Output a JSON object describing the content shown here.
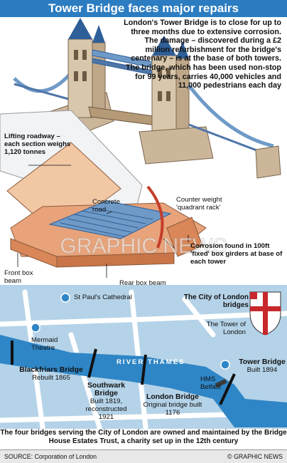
{
  "title": "Tower Bridge faces major repairs",
  "intro": "London's Tower Bridge is to close for up to three months due to extensive corrosion. The damage – discovered during a £2 million refurbishment for the bridge's centenary – is at the base of both towers. The bridge, which has been used non-stop for 99 years, carries 40,000 vehicles and 11,000 pedestrians each day",
  "detail_labels": {
    "lifting_roadway": "Lifting roadway – each section weighs 1,120 tonnes",
    "concrete_road": "Concrete road",
    "counter_weight": "Counter weight 'quadrant rack'",
    "front_box_beam": "Front box beam",
    "rear_box_beam": "Rear box beam",
    "corrosion": "Corrosion found in 100ft 'fixed' box girders at base of each tower"
  },
  "map": {
    "st_pauls": "St Paul's Cathedral",
    "mermaid_theatre": "Mermaid Theatre",
    "city_bridges_title": "The City of London bridges",
    "tower_of_london": "The Tower of London",
    "river_label": "RIVER THAMES",
    "hms_belfast": "HMS Belfast",
    "bridges": [
      {
        "name": "Blackfriars Bridge",
        "detail": "Rebuilt 1865"
      },
      {
        "name": "Southwark Bridge",
        "detail": "Built 1819, reconstructed 1921"
      },
      {
        "name": "London Bridge",
        "detail": "Original bridge built 1176"
      },
      {
        "name": "Tower Bridge",
        "detail": "Built 1894"
      }
    ]
  },
  "caption": "The four bridges serving the City of London are owned and maintained by the Bridge House Estates Trust, a charity set up in the 12th century",
  "source": "SOURCE: Corporation of London",
  "credit": "© GRAPHIC NEWS",
  "watermark": "GRAPHIC NEWS",
  "colors": {
    "title_blue": "#2b7cc0",
    "map_land": "#b5d3e8",
    "river": "#2f86c6",
    "stone": "#ccb69a",
    "steel_blue": "#6f9ac7",
    "orange_beam": "#e8a37a"
  }
}
